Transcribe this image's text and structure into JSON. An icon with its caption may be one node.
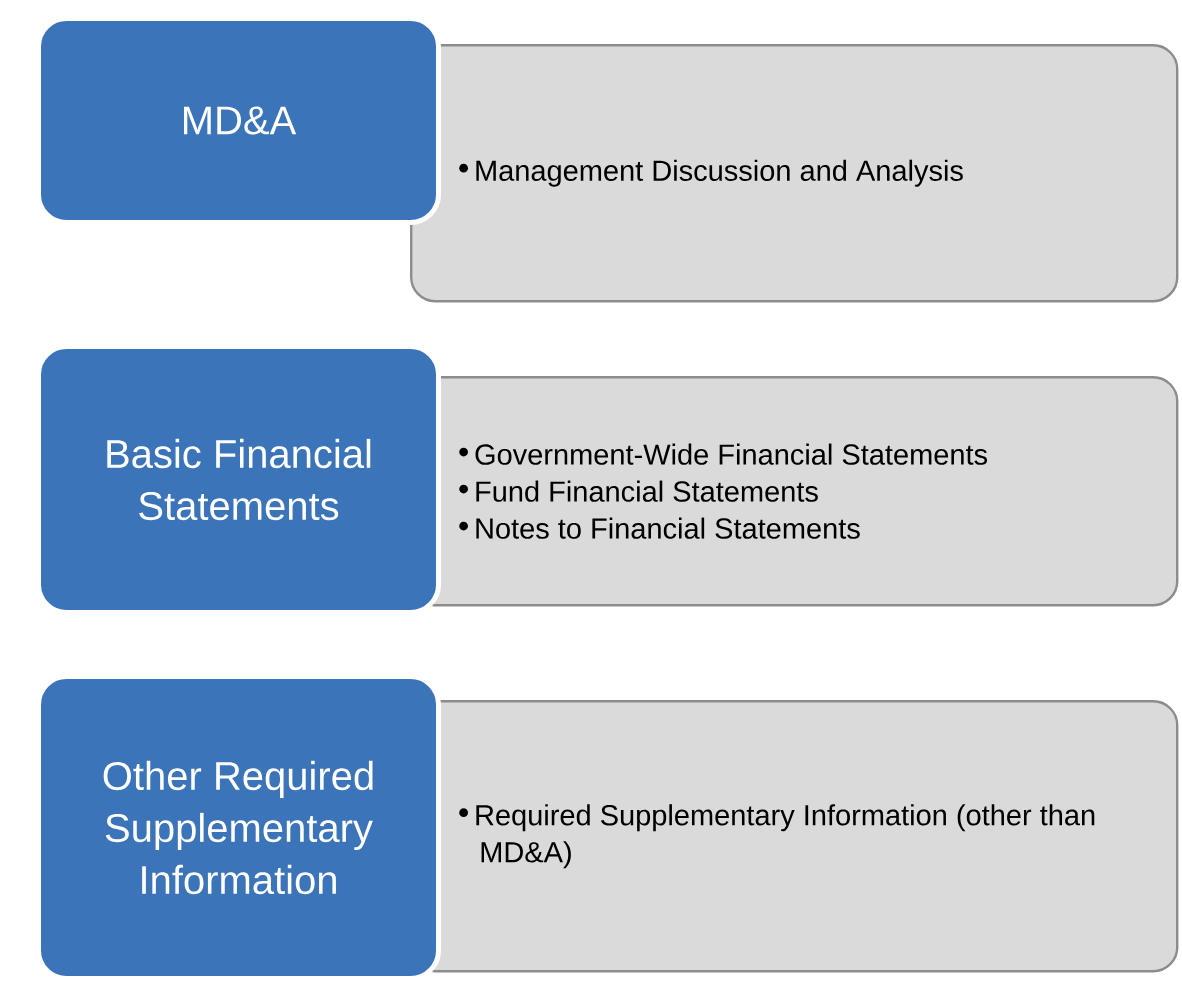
{
  "diagram": {
    "nodes": [
      {
        "text": [
          "MD&A"
        ]
      },
      {
        "text": [
          "Management Discussion and Analysis"
        ]
      },
      {
        "text": [
          "Basic Financial Statements"
        ]
      },
      {
        "text": [
          "Government-Wide Financial Statements",
          "Fund Financial Statements",
          "Notes to Financial Statements"
        ]
      },
      {
        "text": [
          "Other Required Supplementary Information"
        ]
      },
      {
        "text": [
          "Required Supplementary Information (other than MD&A)"
        ]
      }
    ]
  }
}
